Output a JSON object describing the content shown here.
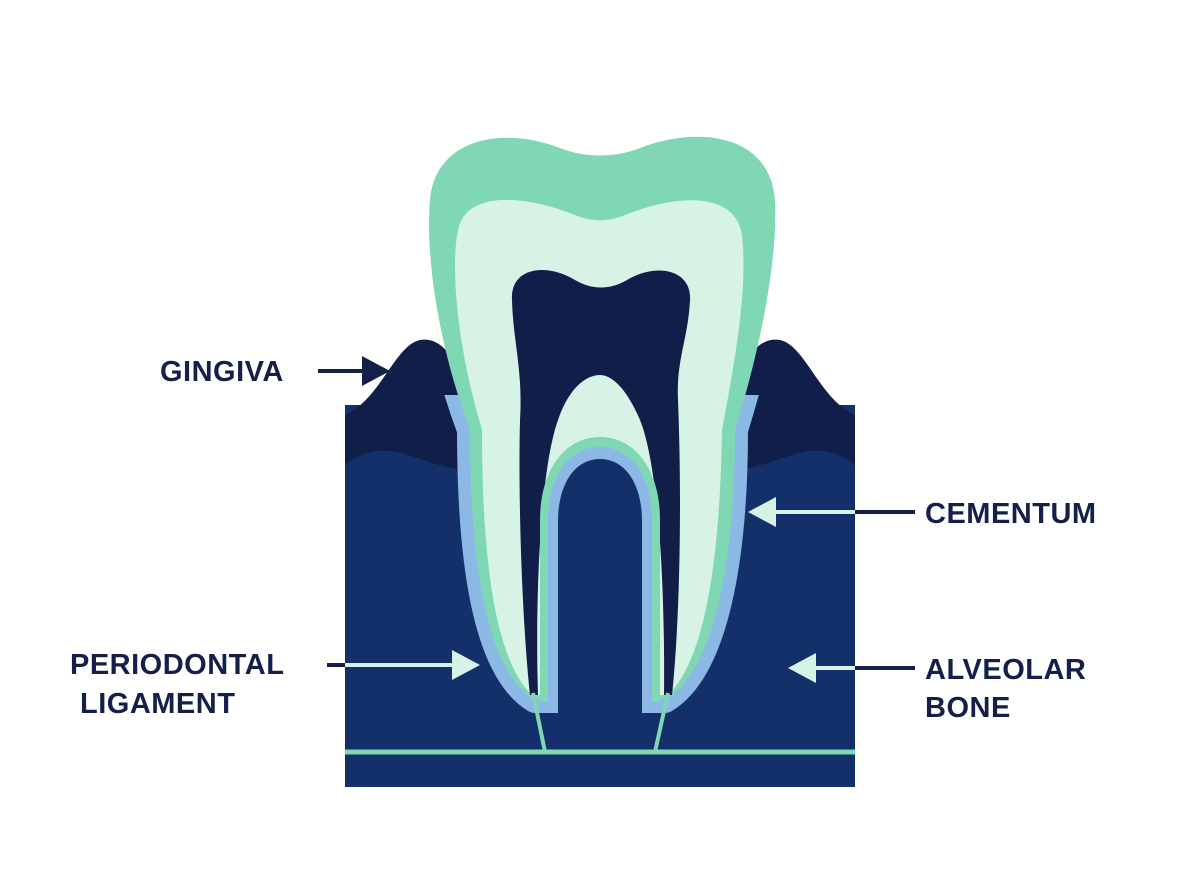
{
  "labels": {
    "gingiva": "GINGIVA",
    "cementum": "CEMENTUM",
    "periodontal_line1": "PERIODONTAL",
    "periodontal_line2": "LIGAMENT",
    "alveolar_line1": "ALVEOLAR",
    "alveolar_line2": "BONE"
  },
  "colors": {
    "enamel": "#7fd8b3",
    "dentin": "#d6f3e6",
    "pulp": "#121e4a",
    "bone": "#14306a",
    "gingiva": "#121e4a",
    "ligament": "#8cb8e6",
    "text": "#15204a"
  }
}
